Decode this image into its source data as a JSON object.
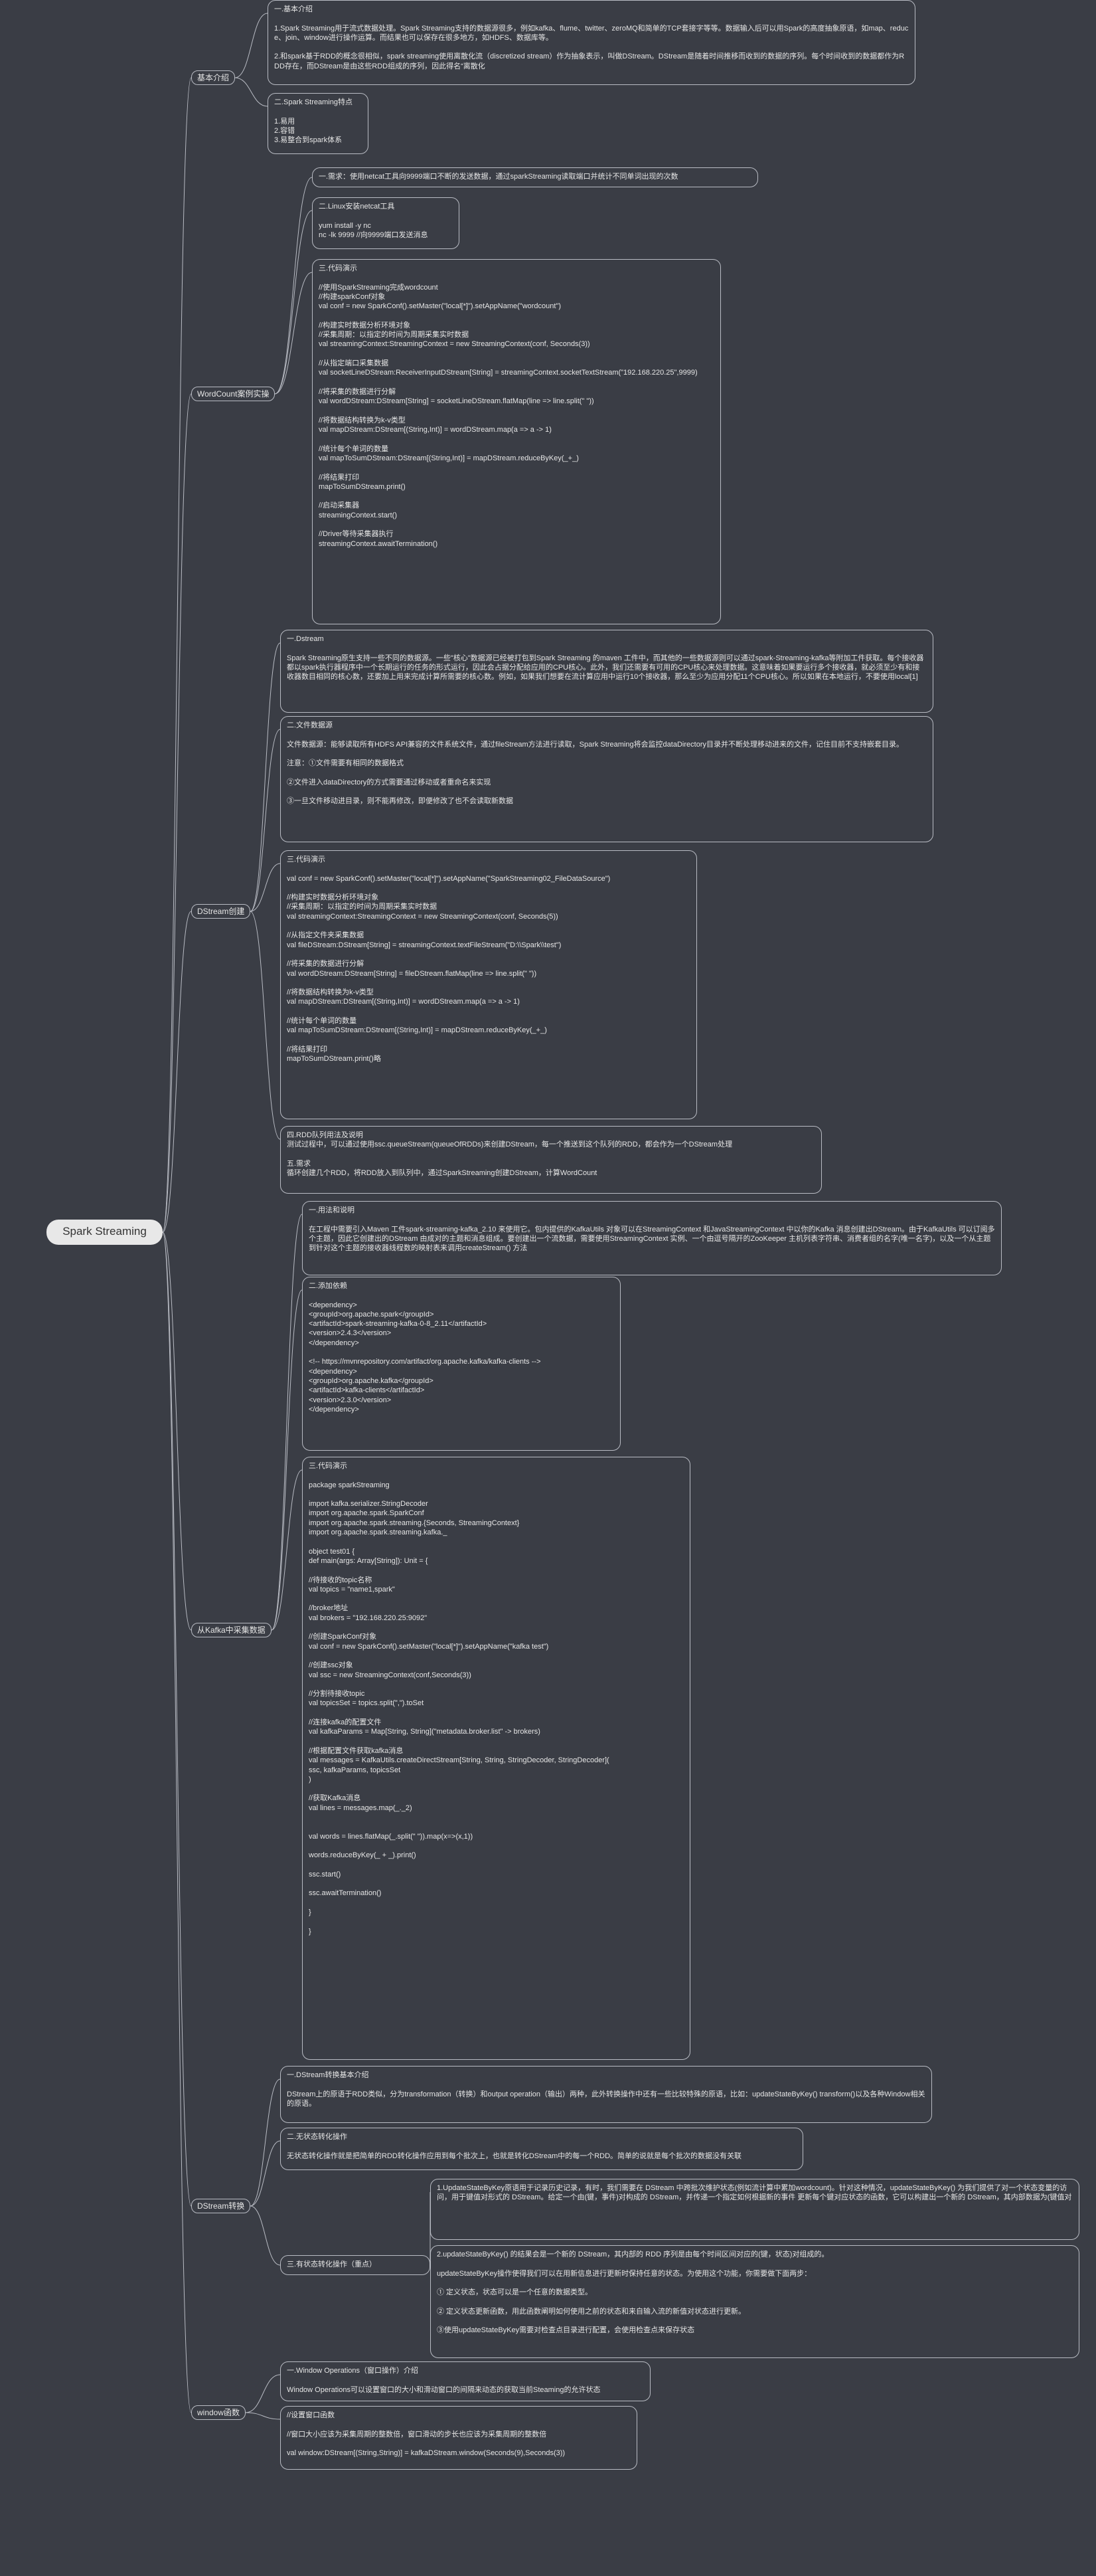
{
  "root": "Spark Streaming",
  "branches": [
    {
      "id": "intro",
      "label": "基本介绍",
      "nodes": [
        {
          "title": "一.基本介绍",
          "lines": [
            "",
            "1.Spark Streaming用于流式数据处理。Spark Streaming支持的数据源很多，例如kafka、flume、twitter、zeroMQ和简单的TCP套接字等等。数据输入后可以用Spark的高度抽象原语，如map、reduce、join、window进行操作运算。而结果也可以保存在很多地方，如HDFS、数据库等。",
            "",
            "2.和spark基于RDD的概念很相似，spark streaming使用离散化流（discretized stream）作为抽象表示，叫做DStream。DStream是随着时间推移而收到的数据的序列。每个时间收到的数据都作为RDD存在，而DStream是由这些RDD组成的序列，因此得名“离散化"
          ]
        },
        {
          "title": "二.Spark Streaming特点",
          "lines": [
            "",
            "1.易用",
            "2.容错",
            "3.易整合到spark体系"
          ]
        }
      ]
    },
    {
      "id": "wordcount",
      "label": "WordCount案例实操",
      "nodes": [
        {
          "title": "一.需求：使用netcat工具向9999端口不断的发送数据，通过sparkStreaming读取端口并统计不同单词出现的次数",
          "lines": []
        },
        {
          "title": "二.Linux安装netcat工具",
          "lines": [
            "",
            "yum install -y nc",
            "nc -lk 9999 //向9999端口发送消息"
          ]
        },
        {
          "title": "三.代码演示",
          "lines": [
            "",
            "//使用SparkStreaming完成wordcount",
            "//构建sparkConf对象",
            "val conf = new SparkConf().setMaster(\"local[*]\").setAppName(\"wordcount\")",
            "",
            "//构建实时数据分析环境对象",
            "//采集周期：以指定的时间为周期采集实时数据",
            "val streamingContext:StreamingContext = new StreamingContext(conf, Seconds(3))",
            "",
            "//从指定端口采集数据",
            "val socketLineDStream:ReceiverInputDStream[String] = streamingContext.socketTextStream(\"192.168.220.25\",9999)",
            "",
            "//将采集的数据进行分解",
            "val wordDStream:DStream[String] = socketLineDStream.flatMap(line => line.split(\" \"))",
            "",
            "//将数据结构转换为k-v类型",
            "val mapDStream:DStream[(String,Int)] = wordDStream.map(a => a -> 1)",
            "",
            "//统计每个单词的数量",
            "val mapToSumDStream:DStream[(String,Int)] = mapDStream.reduceByKey(_+_)",
            "",
            "//将结果打印",
            "mapToSumDStream.print()",
            "",
            "//启动采集器",
            "streamingContext.start()",
            "",
            "//Driver等待采集器执行",
            "streamingContext.awaitTermination()"
          ]
        }
      ]
    },
    {
      "id": "dstream-create",
      "label": "DStream创建",
      "nodes": [
        {
          "title": "一.Dstream",
          "lines": [
            "",
            "Spark Streaming原生支持一些不同的数据源。一些\"核心\"数据源已经被打包到Spark Streaming 的maven 工件中，而其他的一些数据源则可以通过spark-Streaming-kafka等附加工件获取。每个接收器都以spark执行器程序中一个长期运行的任务的形式运行，因此会占据分配给应用的CPU核心。此外，我们还需要有可用的CPU核心来处理数据。这意味着如果要运行多个接收器，就必须至少有和接收器数目相同的核心数，还要加上用来完成计算所需要的核心数。例如，如果我们想要在流计算应用中运行10个接收器，那么至少为应用分配11个CPU核心。所以如果在本地运行，不要使用local[1]"
          ]
        },
        {
          "title": "二.文件数据源",
          "lines": [
            "",
            "文件数据源：能够读取所有HDFS API兼容的文件系统文件，通过fileStream方法进行读取，Spark Streaming将会监控dataDirectory目录并不断处理移动进来的文件，记住目前不支持嵌套目录。",
            "",
            "注意：①文件需要有相同的数据格式",
            "",
            "②文件进入dataDirectory的方式需要通过移动或者重命名来实现",
            "",
            "③一旦文件移动进目录，则不能再修改，即便修改了也不会读取新数据"
          ]
        },
        {
          "title": "三.代码演示",
          "lines": [
            "",
            "val conf = new SparkConf().setMaster(\"local[*]\").setAppName(\"SparkStreaming02_FileDataSource\")",
            "",
            "//构建实时数据分析环境对象",
            "//采集周期：以指定的时间为周期采集实时数据",
            "val streamingContext:StreamingContext = new StreamingContext(conf, Seconds(5))",
            "",
            "//从指定文件夹采集数据",
            "val fileDStream:DStream[String] = streamingContext.textFileStream(\"D:\\\\Spark\\\\test\")",
            "",
            "//将采集的数据进行分解",
            "val wordDStream:DStream[String] = fileDStream.flatMap(line => line.split(\" \"))",
            "",
            "//将数据结构转换为k-v类型",
            "val mapDStream:DStream[(String,Int)] = wordDStream.map(a => a -> 1)",
            "",
            "//统计每个单词的数量",
            "val mapToSumDStream:DStream[(String,Int)] = mapDStream.reduceByKey(_+_)",
            "",
            "//将结果打印",
            "mapToSumDStream.print()略"
          ]
        },
        {
          "title": "四.RDD队列用法及说明",
          "lines": [
            "测试过程中，可以通过使用ssc.queueStream(queueOfRDDs)来创建DStream，每一个推送到这个队列的RDD，都会作为一个DStream处理",
            "",
            "五.需求",
            "循环创建几个RDD，将RDD放入到队列中，通过SparkStreaming创建DStream，计算WordCount"
          ]
        }
      ]
    },
    {
      "id": "kafka",
      "label": "从Kafka中采集数据",
      "nodes": [
        {
          "title": "一.用法和说明",
          "lines": [
            "",
            "在工程中需要引入Maven 工件spark-streaming-kafka_2.10 来使用它。包内提供的KafkaUtils 对象可以在StreamingContext 和JavaStreamingContext 中以你的Kafka 消息创建出DStream。由于KafkaUtils 可以订阅多个主题，因此它创建出的DStream 由成对的主题和消息组成。要创建出一个流数据，需要使用StreamingContext 实例、一个由逗号隔开的ZooKeeper 主机列表字符串、消费者组的名字(唯一名字)，以及一个从主题到针对这个主题的接收器线程数的映射表来调用createStream() 方法"
          ]
        },
        {
          "title": "二.添加依赖",
          "lines": [
            "",
            "<dependency>",
            "<groupId>org.apache.spark</groupId>",
            "<artifactId>spark-streaming-kafka-0-8_2.11</artifactId>",
            "<version>2.4.3</version>",
            "</dependency>",
            "",
            "<!-- https://mvnrepository.com/artifact/org.apache.kafka/kafka-clients -->",
            "<dependency>",
            "<groupId>org.apache.kafka</groupId>",
            "<artifactId>kafka-clients</artifactId>",
            "<version>2.3.0</version>",
            "</dependency>"
          ]
        },
        {
          "title": "三.代码演示",
          "lines": [
            "",
            "package sparkStreaming",
            "",
            "import kafka.serializer.StringDecoder",
            "import org.apache.spark.SparkConf",
            "import org.apache.spark.streaming.{Seconds, StreamingContext}",
            "import org.apache.spark.streaming.kafka._",
            "",
            "object test01 {",
            "def main(args: Array[String]): Unit = {",
            "",
            "//待接收的topic名称",
            "val topics = \"name1,spark\"",
            "",
            "//broker地址",
            "val brokers = \"192.168.220.25:9092\"",
            "",
            "//创建SparkConf对象",
            "val conf = new SparkConf().setMaster(\"local[*]\").setAppName(\"kafka test\")",
            "",
            "//创建ssc对象",
            "val ssc = new StreamingContext(conf,Seconds(3))",
            "",
            "//分割待接收topic",
            "val topicsSet = topics.split(\",\").toSet",
            "",
            "//连接kafka的配置文件",
            "val kafkaParams = Map[String, String](\"metadata.broker.list\" -> brokers)",
            "",
            "//根据配置文件获取kafka消息",
            "val messages = KafkaUtils.createDirectStream[String, String, StringDecoder, StringDecoder](",
            "ssc, kafkaParams, topicsSet",
            ")",
            "",
            "//获取Kafka消息",
            "val lines = messages.map(_._2)",
            "",
            "",
            "val words = lines.flatMap(_.split(\" \")).map(x=>(x,1))",
            "",
            "words.reduceByKey(_ + _).print()",
            "",
            "ssc.start()",
            "",
            "ssc.awaitTermination()",
            "",
            "}",
            "",
            "}"
          ]
        }
      ]
    },
    {
      "id": "dstream-transform",
      "label": "DStream转换",
      "nodes": [
        {
          "title": "一.DStream转换基本介绍",
          "lines": [
            "",
            "DStream上的原语于RDD类似，分为transformation（转换）和output operation（输出）两种，此外转换操作中还有一些比较特殊的原语，比如：updateStateByKey() transform()以及各种Window相关的原语。"
          ]
        },
        {
          "title": "二.无状态转化操作",
          "lines": [
            "",
            "无状态转化操作就是把简单的RDD转化操作应用到每个批次上，也就是转化DStream中的每一个RDD。简单的说就是每个批次的数据没有关联"
          ]
        },
        {
          "title": "三.有状态转化操作（重点）",
          "lines": []
        },
        {
          "title": "",
          "lines": [
            "1.UpdateStateByKey原语用于记录历史记录，有时，我们需要在 DStream 中跨批次维护状态(例如流计算中累加wordcount)。针对这种情况，updateStateByKey() 为我们提供了对一个状态变量的访问，用于键值对形式的 DStream。给定一个由(键，事件)对构成的 DStream，并传递一个指定如何根据新的事件 更新每个键对应状态的函数，它可以构建出一个新的 DStream，其内部数据为(键值对"
          ]
        },
        {
          "title": "",
          "lines": [
            "2.updateStateByKey() 的结果会是一个新的 DStream，其内部的 RDD 序列是由每个时间区间对应的(键，状态)对组成的。",
            "",
            "updateStateByKey操作使得我们可以在用新信息进行更新时保持任意的状态。为使用这个功能，你需要做下面两步：",
            "",
            "① 定义状态，状态可以是一个任意的数据类型。",
            "",
            "② 定义状态更新函数，用此函数阐明如何使用之前的状态和来自输入流的新值对状态进行更新。",
            "",
            "③使用updateStateByKey需要对检查点目录进行配置，会使用检查点来保存状态"
          ]
        }
      ]
    },
    {
      "id": "window",
      "label": "window函数",
      "nodes": [
        {
          "title": "一.Window Operations（窗口操作）介绍",
          "lines": [
            "",
            "Window Operations可以设置窗口的大小和滑动窗口的间隔来动态的获取当前Steaming的允许状态"
          ]
        },
        {
          "title": "",
          "lines": [
            "//设置窗口函数",
            "",
            "//窗口大小应该为采集周期的整数倍，窗口滑动的步长也应该为采集周期的整数倍",
            "",
            "val window:DStream[(String,String)] = kafkaDStream.window(Seconds(9),Seconds(3))"
          ]
        }
      ]
    }
  ]
}
